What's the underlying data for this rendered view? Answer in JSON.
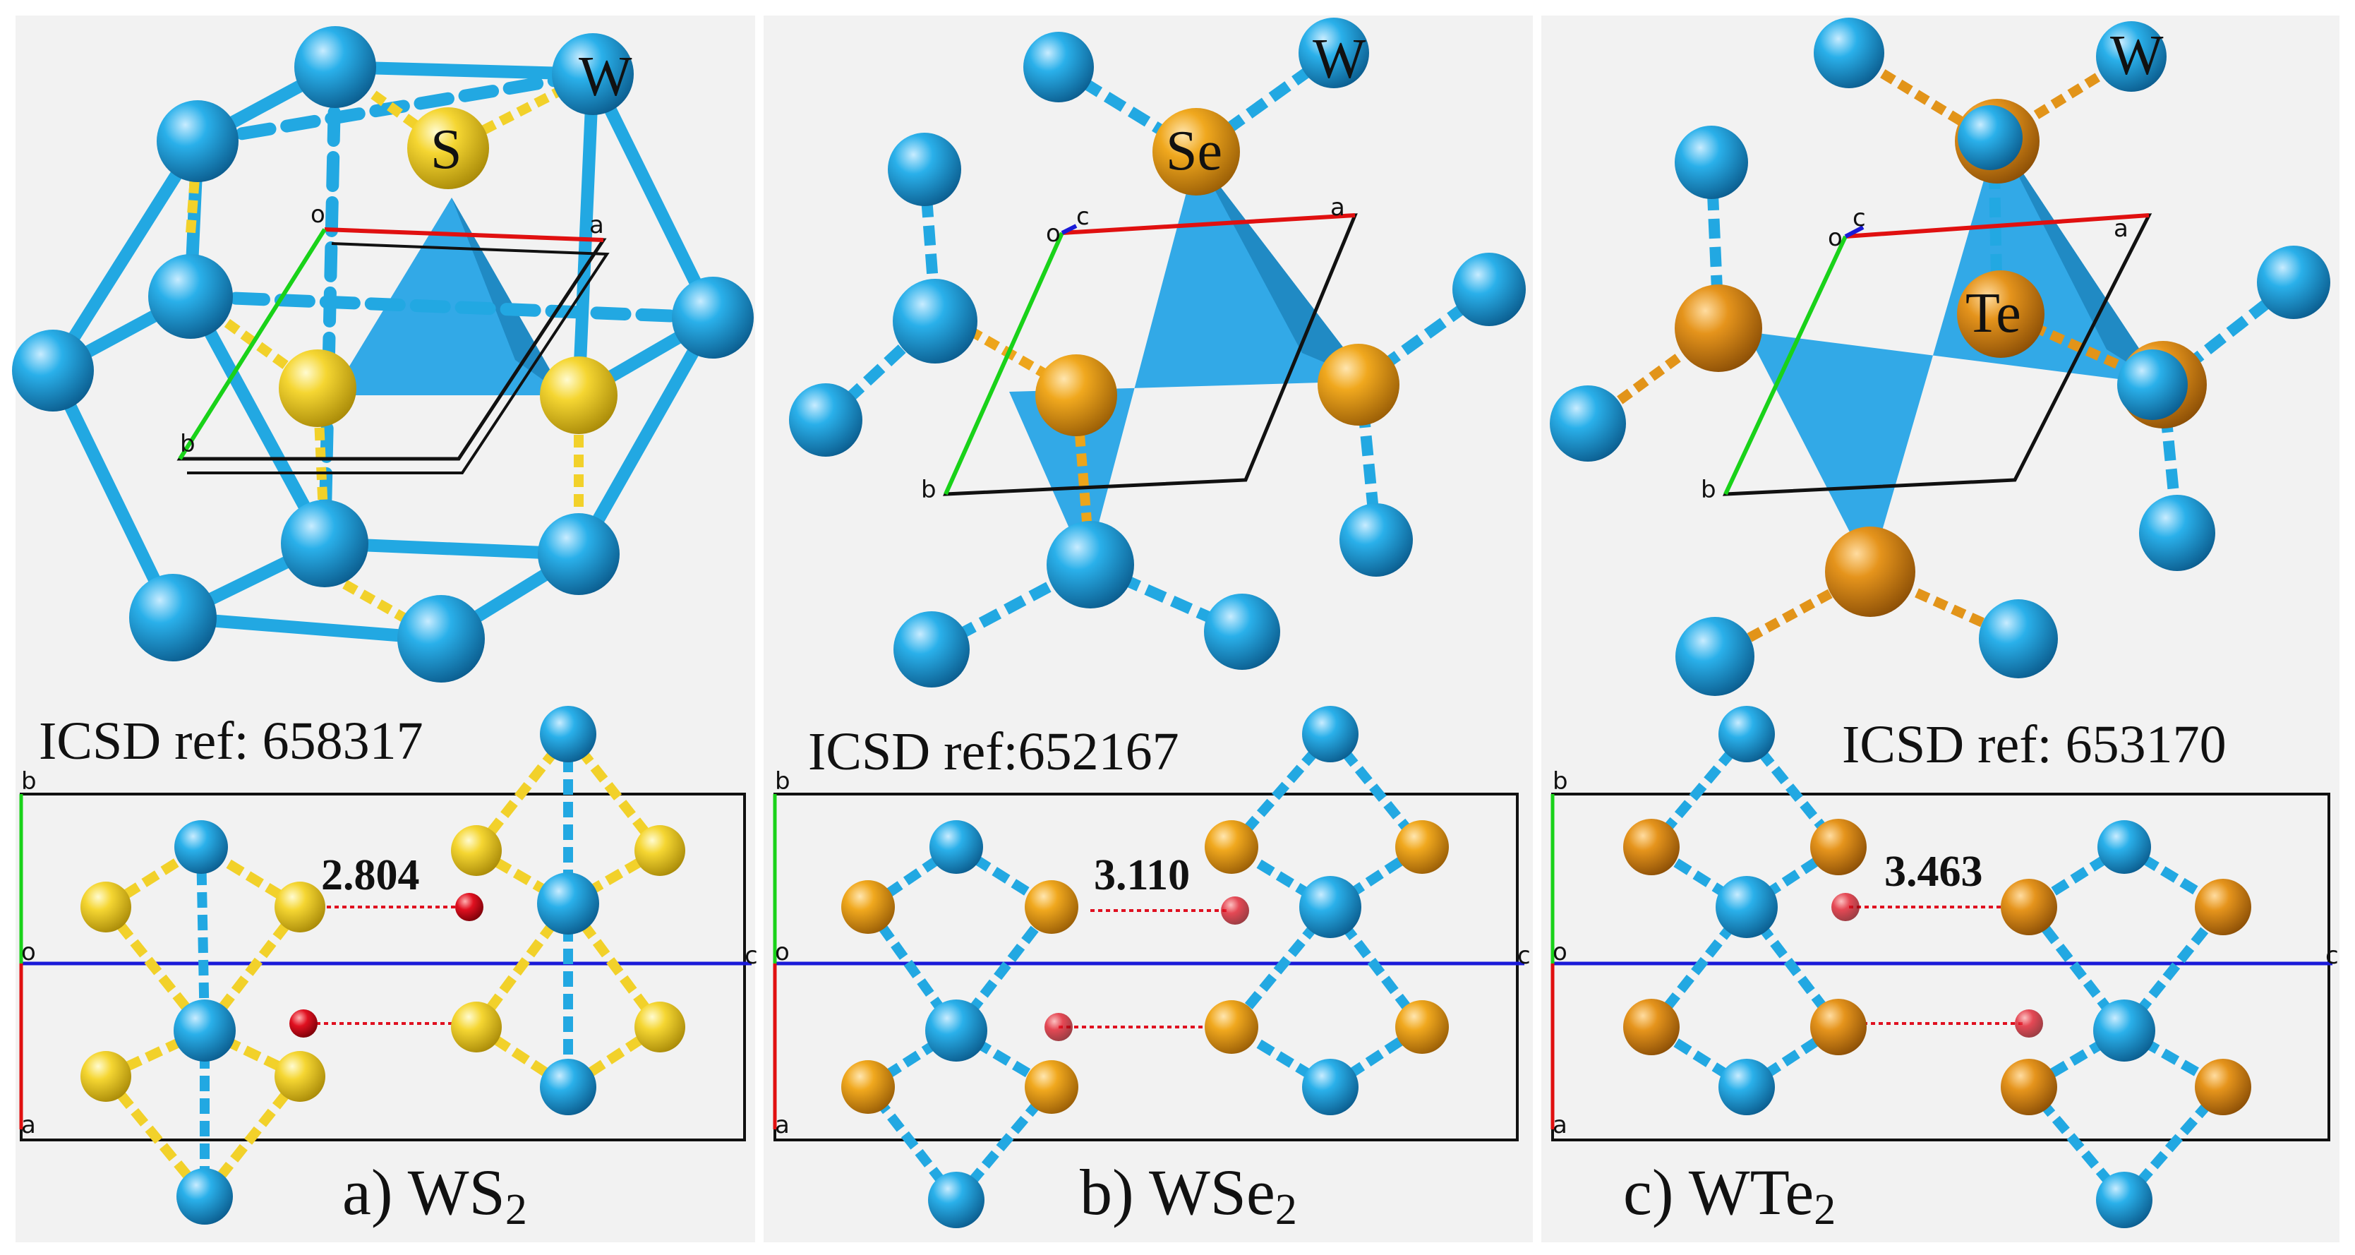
{
  "panels": [
    {
      "id": "a",
      "chalcogen": "S",
      "metal_label": "W",
      "chalcogen_label": "S",
      "icsd_ref": "ICSD ref: 658317",
      "distance": "2.804",
      "caption_prefix": "a) WS",
      "caption_sub": "2",
      "axes": {
        "a": "a",
        "b": "b",
        "c": "c",
        "o": "o"
      }
    },
    {
      "id": "b",
      "chalcogen": "Se",
      "metal_label": "W",
      "chalcogen_label": "Se",
      "icsd_ref": "ICSD ref:652167",
      "distance": "3.110",
      "caption_prefix": "b) WSe",
      "caption_sub": "2",
      "axes": {
        "a": "a",
        "b": "b",
        "c": "c",
        "o": "o"
      }
    },
    {
      "id": "c",
      "chalcogen": "Te",
      "metal_label": "W",
      "chalcogen_label": "Te",
      "icsd_ref": "ICSD ref: 653170",
      "distance": "3.463",
      "caption_prefix": "c) WTe",
      "caption_sub": "2",
      "axes": {
        "a": "a",
        "b": "b",
        "c": "c",
        "o": "o"
      }
    }
  ],
  "colors": {
    "tungsten": "#22a8e2",
    "sulfur": "#f2d12a",
    "selenium": "#eda51b",
    "tellurium": "#e29419",
    "site": "#e01020",
    "polyhedron": "#27a4e6",
    "axis_a": "#e01010",
    "axis_b": "#19d219",
    "axis_c": "#1a1ad8"
  }
}
